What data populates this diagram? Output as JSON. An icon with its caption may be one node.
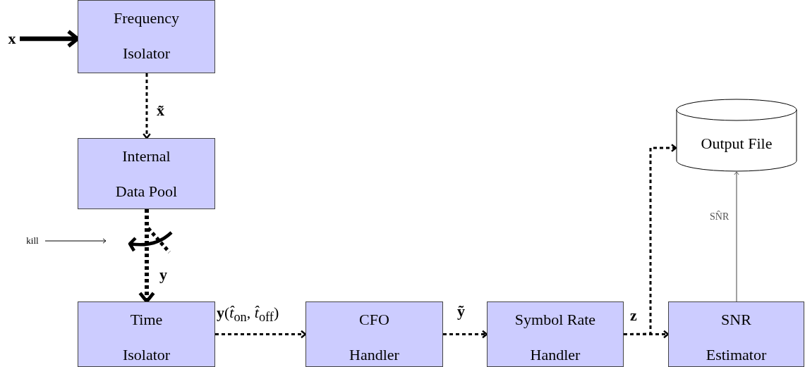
{
  "diagram": {
    "nodes": [
      {
        "text": [
          "x"
        ]
      },
      {
        "text": [
          "Frequency Isolator"
        ]
      },
      {
        "text": [
          "Internal Data Pool"
        ]
      },
      {
        "text": [
          "Time Isolator"
        ]
      },
      {
        "text": [
          "CFO Handler"
        ]
      },
      {
        "text": [
          "Symbol Rate Handler"
        ]
      },
      {
        "text": [
          "SNR Estimator"
        ]
      },
      {
        "text": [
          "Output File"
        ]
      },
      {
        "text": [
          "kill"
        ]
      }
    ],
    "edges": [
      {
        "from": 0,
        "to": 1,
        "arrow": "to",
        "style": "thick"
      },
      {
        "from": 1,
        "to": 2,
        "arrow": "to",
        "style": "dashed",
        "label": "x̃"
      },
      {
        "from": 2,
        "to": 3,
        "arrow": "to",
        "style": "dashed",
        "label": "y"
      },
      {
        "from": 3,
        "to": 4,
        "arrow": "to",
        "style": "dashed",
        "label": "**y**(*t̂*$_{on}$, *t̂*$_{off}$)"
      },
      {
        "from": 4,
        "to": 5,
        "arrow": "to",
        "style": "dashed",
        "label": "ỹ"
      },
      {
        "from": 5,
        "to": 6,
        "arrow": "to",
        "style": "dashed",
        "label": "z"
      },
      {
        "from": 5,
        "to": 7,
        "arrow": "to",
        "style": "dashed"
      },
      {
        "from": 6,
        "to": 7,
        "arrow": "to",
        "color": "#555555",
        "label": "SN̂R"
      },
      {
        "from": 8,
        "to": null,
        "arrow": "to"
      }
    ]
  }
}
